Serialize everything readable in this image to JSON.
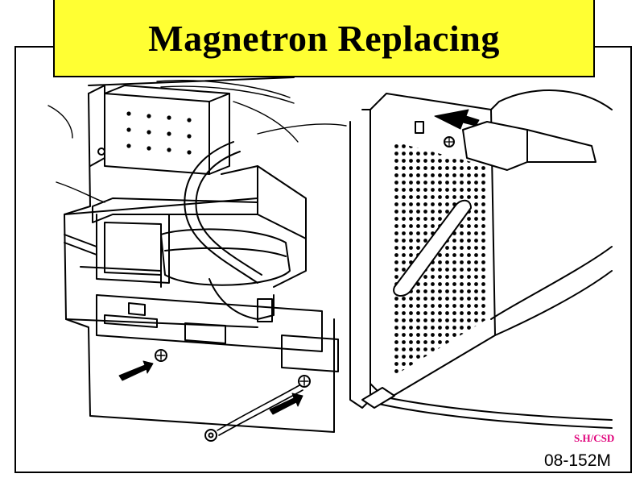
{
  "slide": {
    "title": "Magnetron Replacing",
    "credit": "S.H/CSD",
    "figure_code": "08-152M"
  },
  "colors": {
    "title_background": "#ffff33",
    "credit_text": "#e0007a",
    "line_art": "#000000"
  },
  "illustration": {
    "icons": [
      "arrow-icon",
      "screw-icon",
      "wire-lead-icon"
    ]
  }
}
